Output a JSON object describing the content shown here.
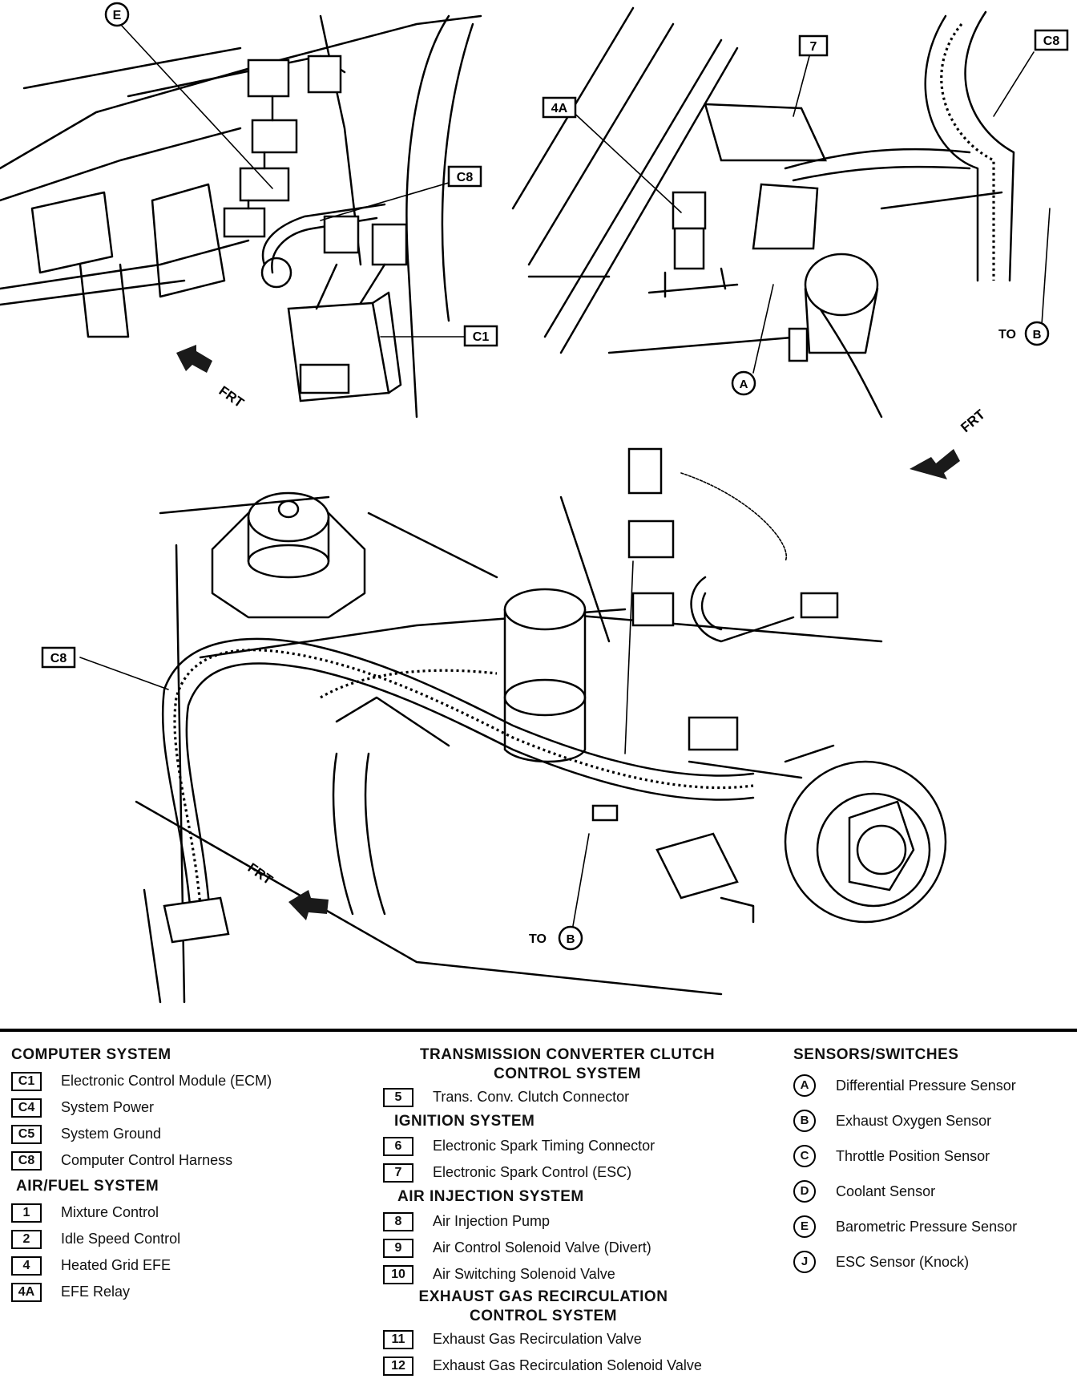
{
  "callouts": {
    "E": "E",
    "C8_top_left": "C8",
    "C1": "C1",
    "frt_top_left": "FRT",
    "box_7": "7",
    "box_4A": "4A",
    "C8_top_right": "C8",
    "A": "A",
    "to_b_top_right": "TO",
    "b_top_right": "B",
    "frt_top_right": "FRT",
    "C8_bottom": "C8",
    "frt_bottom": "FRT",
    "to_b_bottom": "TO",
    "b_bottom": "B"
  },
  "legend": {
    "computer": {
      "title": "COMPUTER SYSTEM",
      "items": [
        {
          "code": "C1",
          "label": "Electronic Control Module (ECM)"
        },
        {
          "code": "C4",
          "label": "System Power"
        },
        {
          "code": "C5",
          "label": "System Ground"
        },
        {
          "code": "C8",
          "label": "Computer Control Harness"
        }
      ]
    },
    "air_fuel": {
      "title": "AIR/FUEL SYSTEM",
      "items": [
        {
          "code": "1",
          "label": "Mixture Control"
        },
        {
          "code": "2",
          "label": "Idle Speed Control"
        },
        {
          "code": "4",
          "label": "Heated Grid EFE"
        },
        {
          "code": "4A",
          "label": "EFE Relay"
        }
      ]
    },
    "transmission": {
      "title_line1": "TRANSMISSION CONVERTER CLUTCH",
      "title_line2": "CONTROL SYSTEM",
      "items": [
        {
          "code": "5",
          "label": "Trans. Conv. Clutch Connector"
        }
      ]
    },
    "ignition": {
      "title": "IGNITION SYSTEM",
      "items": [
        {
          "code": "6",
          "label": "Electronic Spark Timing Connector"
        },
        {
          "code": "7",
          "label": "Electronic Spark Control (ESC)"
        }
      ]
    },
    "air_injection": {
      "title": "AIR INJECTION SYSTEM",
      "items": [
        {
          "code": "8",
          "label": "Air Injection Pump"
        },
        {
          "code": "9",
          "label": "Air Control Solenoid Valve (Divert)"
        },
        {
          "code": "10",
          "label": "Air Switching Solenoid Valve"
        }
      ]
    },
    "egr": {
      "title_line1": "EXHAUST GAS RECIRCULATION",
      "title_line2": "CONTROL SYSTEM",
      "items": [
        {
          "code": "11",
          "label": "Exhaust Gas Recirculation Valve"
        },
        {
          "code": "12",
          "label": "Exhaust Gas Recirculation Solenoid Valve"
        }
      ]
    },
    "sensors": {
      "title": "SENSORS/SWITCHES",
      "items": [
        {
          "code": "A",
          "label": "Differential Pressure Sensor"
        },
        {
          "code": "B",
          "label": "Exhaust Oxygen Sensor"
        },
        {
          "code": "C",
          "label": "Throttle Position Sensor"
        },
        {
          "code": "D",
          "label": "Coolant Sensor"
        },
        {
          "code": "E",
          "label": "Barometric Pressure Sensor"
        },
        {
          "code": "J",
          "label": "ESC Sensor (Knock)"
        }
      ]
    }
  }
}
